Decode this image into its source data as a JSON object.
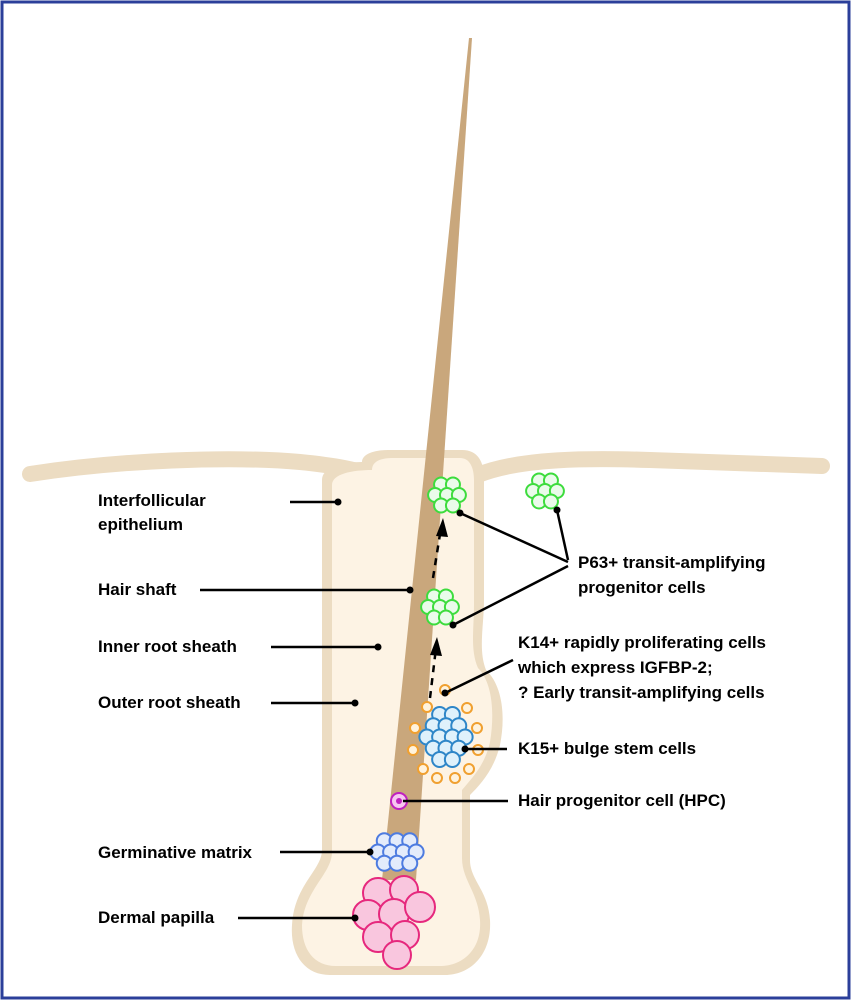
{
  "diagram": {
    "labels": {
      "interfollicular_line1": "Interfollicular",
      "interfollicular_line2": "epithelium",
      "hair_shaft": "Hair shaft",
      "inner_root_sheath": "Inner root sheath",
      "outer_root_sheath": "Outer root sheath",
      "germinative_matrix": "Germinative matrix",
      "dermal_papilla": "Dermal papilla",
      "p63_line1": "P63+ transit-amplifying",
      "p63_line2": "progenitor cells",
      "k14_line1": "K14+ rapidly proliferating cells",
      "k14_line2": "which express IGFBP-2;",
      "k14_line3": "? Early transit-amplifying cells",
      "k15": "K15+ bulge stem cells",
      "hpc": "Hair progenitor cell (HPC)"
    },
    "colors": {
      "frame_border": "#2b3f9a",
      "skin_fill": "#fdf3e4",
      "skin_edge": "#ecdcc2",
      "hair_shaft": "#c9a77c",
      "p63_cells": "#3ddc3d",
      "k14_cells": "#f0a030",
      "k15_cells": "#62b8e8",
      "germinative_matrix": "#4d7be0",
      "dermal_papilla": "#e6287d",
      "hpc": "#c020c0",
      "leader_lines": "#000000"
    }
  }
}
